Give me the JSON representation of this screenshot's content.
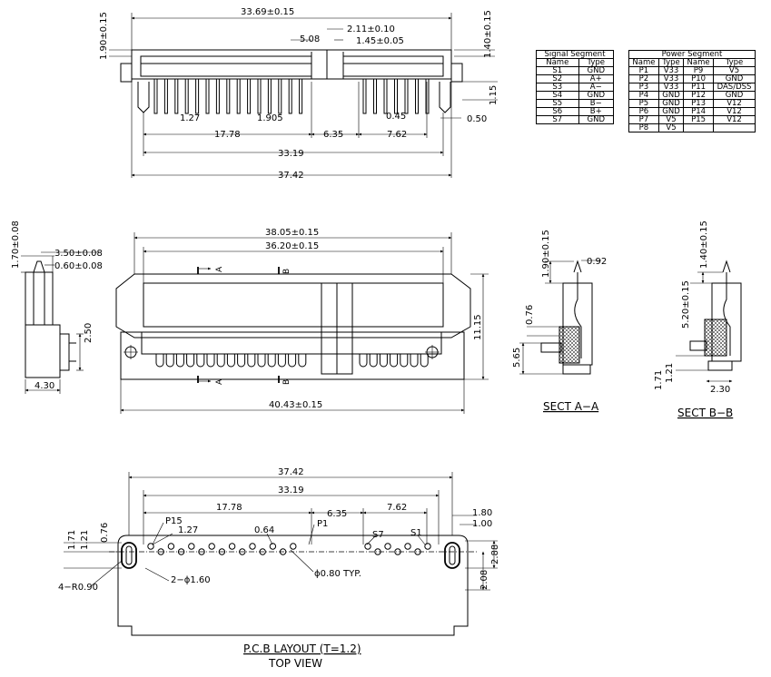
{
  "top_view": {
    "dims": [
      "33.69±0.15",
      "1.90±0.15",
      "1.40±0.15",
      "5.08",
      "2.11±0.10",
      "1.45±0.05",
      "1.15",
      "1.27",
      "1.905",
      "0.45",
      "0.50",
      "17.78",
      "6.35",
      "7.62",
      "33.19",
      "37.42"
    ]
  },
  "signal_table": {
    "caption": "Signal Segment",
    "headers": [
      "Name",
      "Type"
    ],
    "rows": [
      [
        "S1",
        "GND"
      ],
      [
        "S2",
        "A+"
      ],
      [
        "S3",
        "A−"
      ],
      [
        "S4",
        "GND"
      ],
      [
        "S5",
        "B−"
      ],
      [
        "S6",
        "B+"
      ],
      [
        "S7",
        "GND"
      ]
    ]
  },
  "power_table": {
    "caption": "Power Segment",
    "headers": [
      "Name",
      "Type",
      "Name",
      "Type"
    ],
    "rows": [
      [
        "P1",
        "V33",
        "P9",
        "V5"
      ],
      [
        "P2",
        "V33",
        "P10",
        "GND"
      ],
      [
        "P3",
        "V33",
        "P11",
        "DAS/DSS"
      ],
      [
        "P4",
        "GND",
        "P12",
        "GND"
      ],
      [
        "P5",
        "GND",
        "P13",
        "V12"
      ],
      [
        "P6",
        "GND",
        "P14",
        "V12"
      ],
      [
        "P7",
        "V5",
        "P15",
        "V12"
      ],
      [
        "P8",
        "V5",
        "",
        ""
      ]
    ]
  },
  "side_view": {
    "dims": [
      "1.70±0.08",
      "3.50±0.08",
      "0.60±0.08",
      "2.50",
      "4.30"
    ]
  },
  "front_view": {
    "dims": [
      "38.05±0.15",
      "36.20±0.15",
      "11.15",
      "40.43±0.15"
    ],
    "section_marks": [
      "A",
      "A",
      "B",
      "B"
    ]
  },
  "section_aa": {
    "title": "SECT A−A",
    "dims": [
      "1.90±0.15",
      "0.92",
      "0.76",
      "5.65"
    ]
  },
  "section_bb": {
    "title": "SECT B−B",
    "dims": [
      "1.40±0.15",
      "5.20±0.15",
      "1.71",
      "1.21",
      "2.30"
    ]
  },
  "pcb_layout": {
    "title": "P.C.B LAYOUT (T=1.2)",
    "subtitle": "TOP VIEW",
    "dims": [
      "37.42",
      "33.19",
      "17.78",
      "6.35",
      "7.62",
      "1.80",
      "1.00",
      "1.71",
      "1.21",
      "0.76",
      "1.27",
      "0.64",
      "2.88",
      "2.08",
      "4−R0.90",
      "2−ϕ1.60",
      "ϕ0.80 TYP."
    ],
    "pin_labels": [
      "P15",
      "P1",
      "S7",
      "S1"
    ]
  }
}
